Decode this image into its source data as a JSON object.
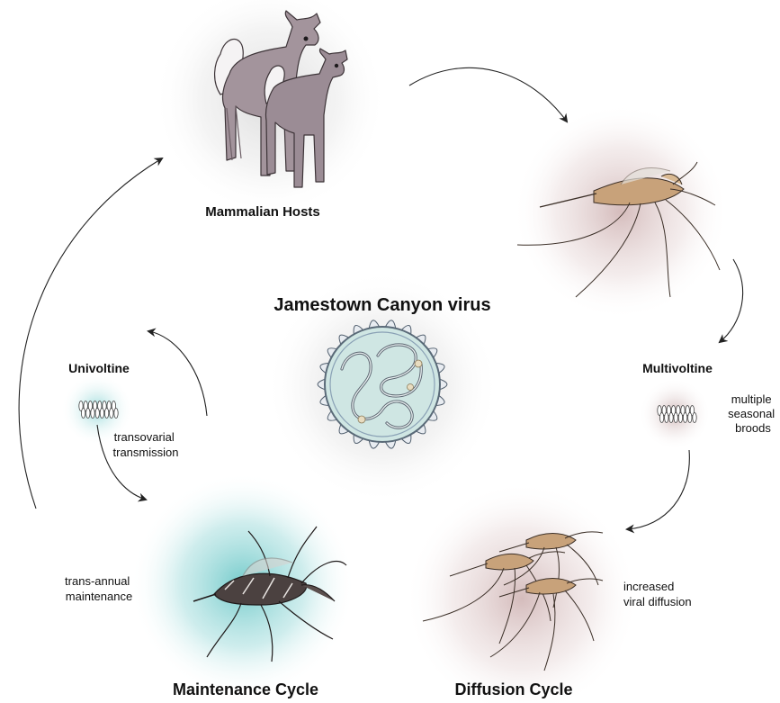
{
  "title": "Jamestown Canyon virus",
  "nodes": {
    "mammalian_hosts": "Mammalian Hosts",
    "univoltine": "Univoltine",
    "multivoltine": "Multivoltine",
    "maintenance_cycle": "Maintenance Cycle",
    "diffusion_cycle": "Diffusion Cycle"
  },
  "annotations": {
    "transovarial_line1": "transovarial",
    "transovarial_line2": "transmission",
    "trans_annual_line1": "trans-annual",
    "trans_annual_line2": "maintenance",
    "multiple_line1": "multiple",
    "multiple_line2": "seasonal",
    "multiple_line3": "broods",
    "increased_line1": "increased",
    "increased_line2": "viral diffusion"
  },
  "colors": {
    "deer_body": "#a3949c",
    "deer_shadow": "#857680",
    "maintenance_glow": "#7fcfcf",
    "diffusion_glow": "#d9c2c2",
    "virus_glow": "#d8d8d8",
    "virion_fill": "#cfe6e3",
    "virion_spike": "#aebcc9",
    "mosquito_body": "#c8a27a",
    "aedes_body": "#4b4140",
    "arrow": "#222222"
  }
}
